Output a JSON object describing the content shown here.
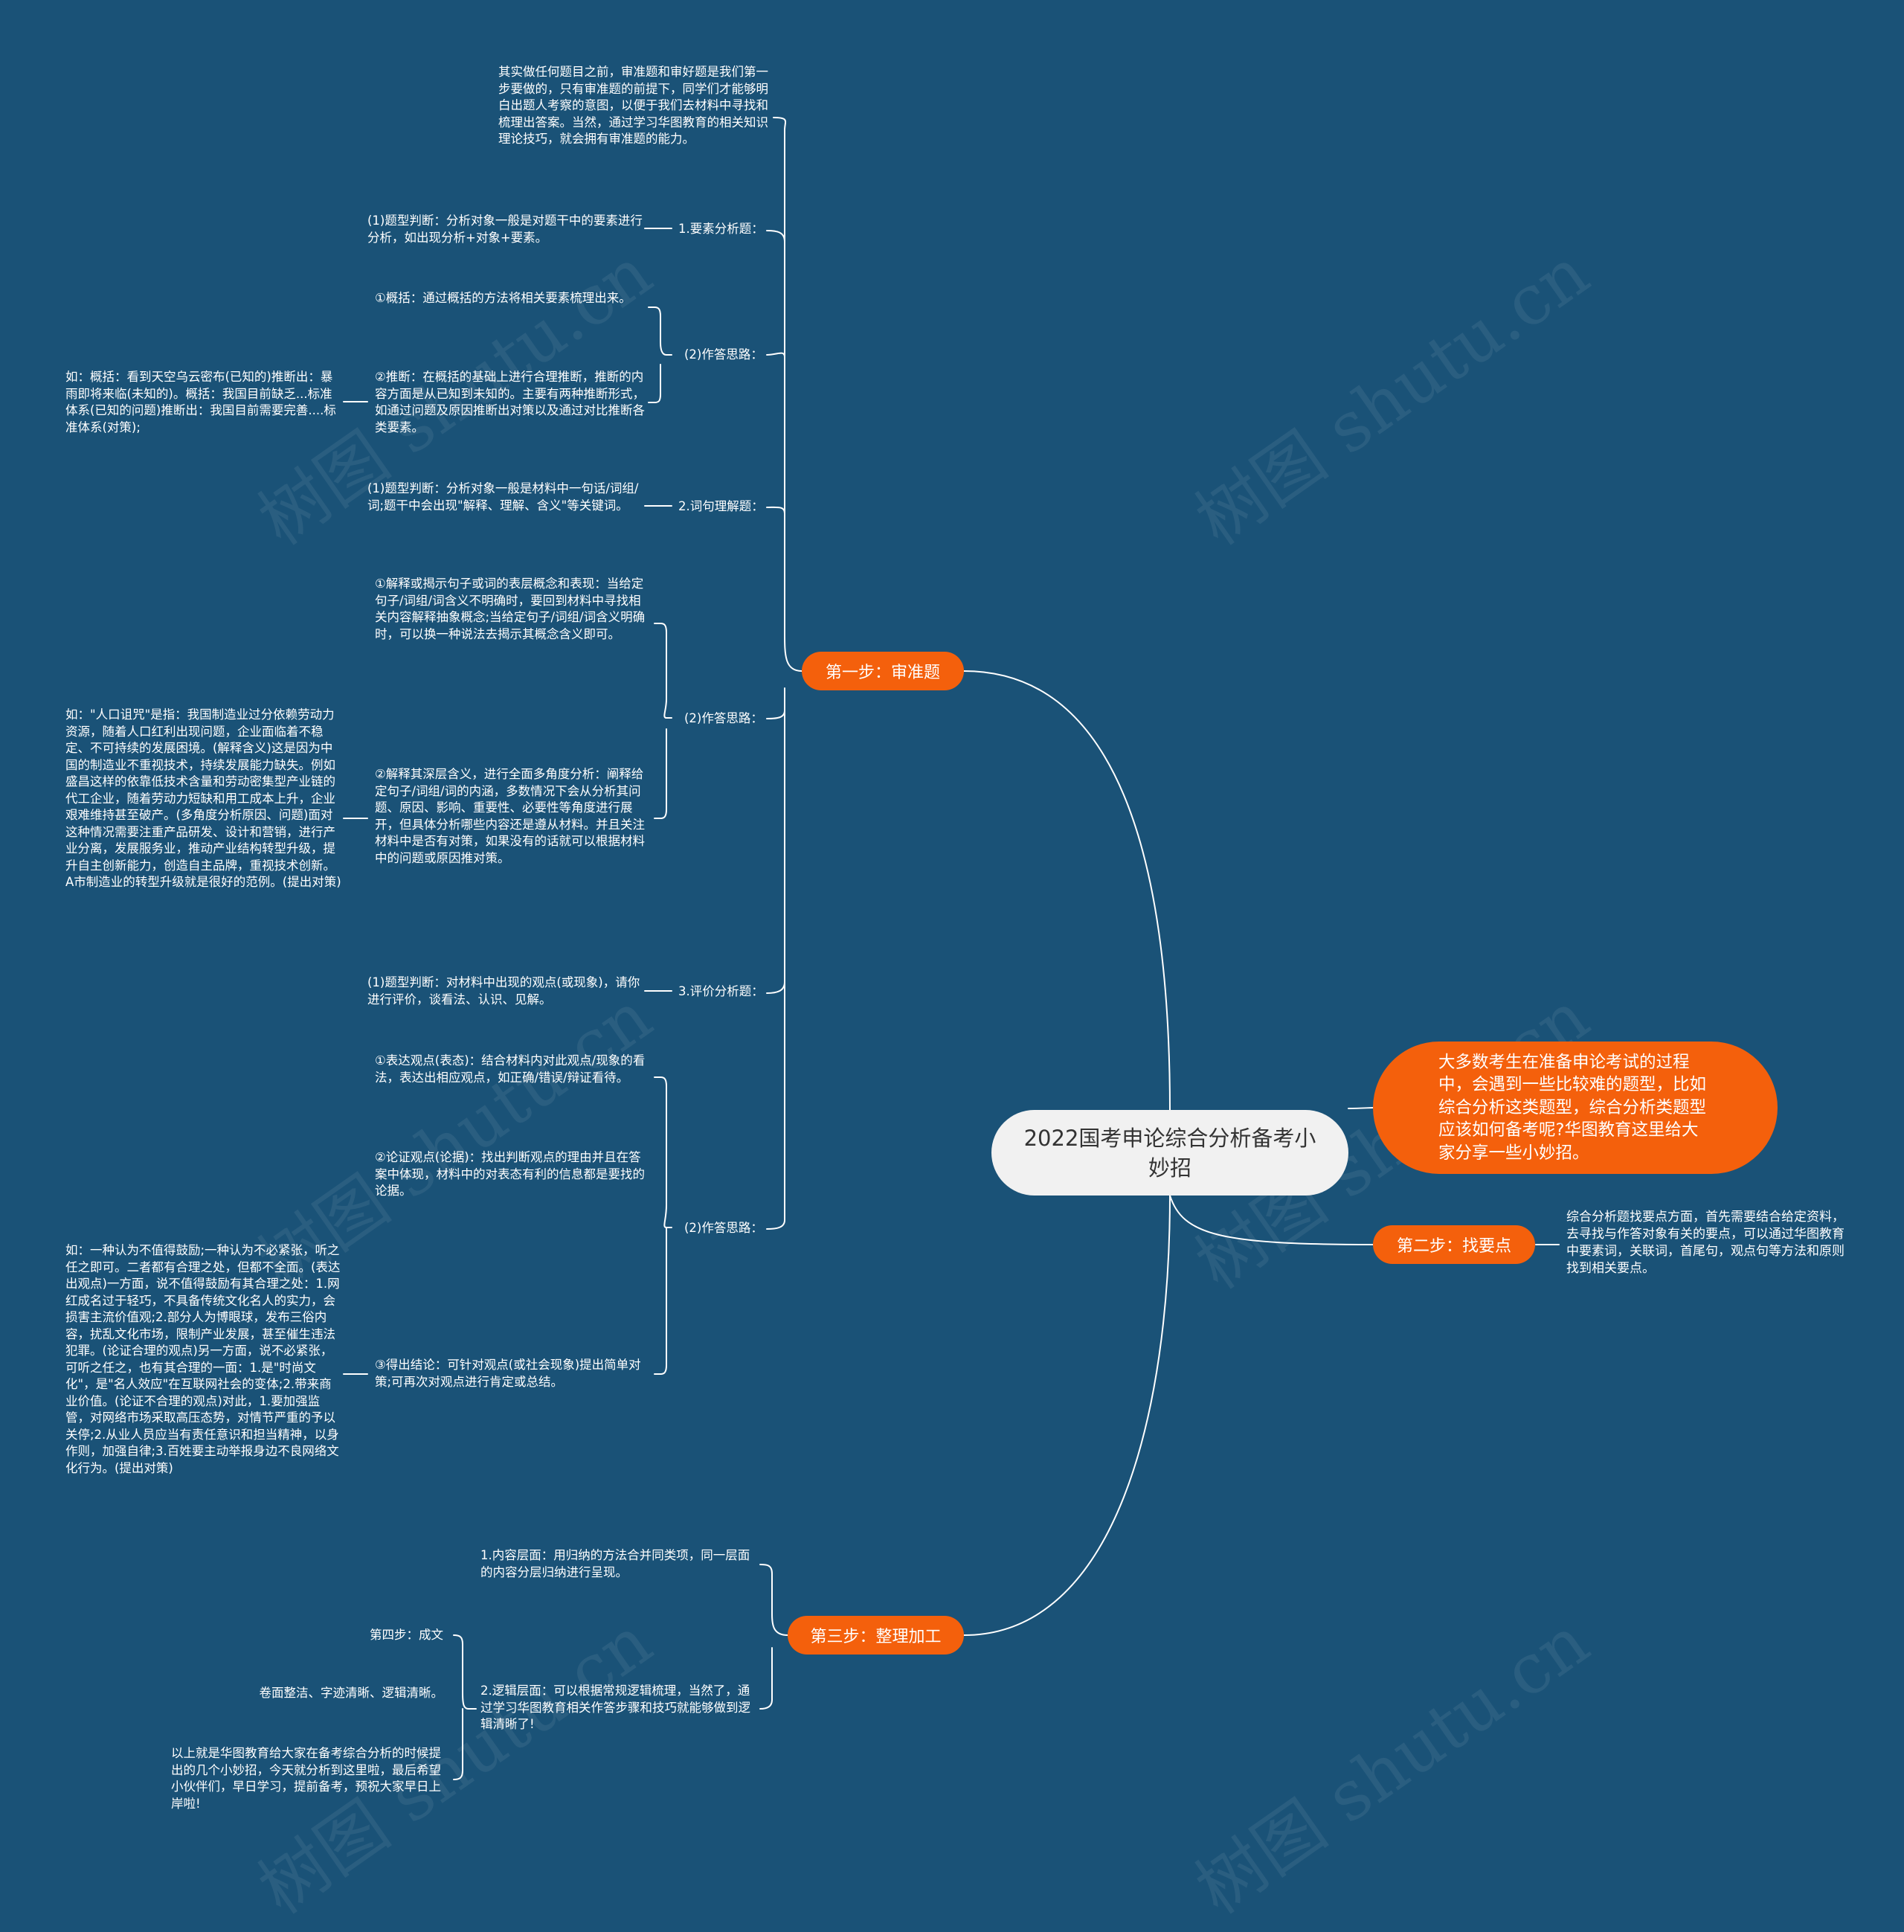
{
  "watermark": "树图 shutu.cn",
  "root": {
    "title": "2022国考申论综合分析备考小妙招"
  },
  "intro": {
    "text": "大多数考生在准备申论考试的过程中，会遇到一些比较难的题型，比如综合分析这类题型，综合分析类题型应该如何备考呢?华图教育这里给大家分享一些小妙招。"
  },
  "step1": {
    "label": "第一步：审准题",
    "desc": "其实做任何题目之前，审准题和审好题是我们第一步要做的，只有审准题的前提下，同学们才能够明白出题人考察的意图，以便于我们去材料中寻找和梳理出答案。当然，通过学习华图教育的相关知识理论技巧，就会拥有审准题的能力。",
    "q1": {
      "label": "1.要素分析题：",
      "judge": "(1)题型判断：分析对象一般是对题干中的要素进行分析，如出现分析+对象+要素。",
      "approach_label": "(2)作答思路：",
      "a1": "①概括：通过概括的方法将相关要素梳理出来。",
      "a2": "②推断：在概括的基础上进行合理推断，推断的内容方面是从已知到未知的。主要有两种推断形式，如通过问题及原因推断出对策以及通过对比推断各类要素。",
      "a2_example": "如：概括：看到天空乌云密布(已知的)推断出：暴雨即将来临(未知的)。概括：我国目前缺乏...标准体系(已知的问题)推断出：我国目前需要完善....标准体系(对策);"
    },
    "q2": {
      "label": "2.词句理解题：",
      "judge": "(1)题型判断：分析对象一般是材料中一句话/词组/词;题干中会出现\"解释、理解、含义\"等关键词。",
      "approach_label": "(2)作答思路：",
      "a1": "①解释或揭示句子或词的表层概念和表现：当给定句子/词组/词含义不明确时，要回到材料中寻找相关内容解释抽象概念;当给定句子/词组/词含义明确时，可以换一种说法去揭示其概念含义即可。",
      "a2": "②解释其深层含义，进行全面多角度分析：阐释给定句子/词组/词的内涵，多数情况下会从分析其问题、原因、影响、重要性、必要性等角度进行展开，但具体分析哪些内容还是遵从材料。并且关注材料中是否有对策，如果没有的话就可以根据材料中的问题或原因推对策。",
      "a2_example": "如：\"人口诅咒\"是指：我国制造业过分依赖劳动力资源，随着人口红利出现问题，企业面临着不稳定、不可持续的发展困境。(解释含义)这是因为中国的制造业不重视技术，持续发展能力缺失。例如盛昌这样的依靠低技术含量和劳动密集型产业链的代工企业，随着劳动力短缺和用工成本上升，企业艰难维持甚至破产。(多角度分析原因、问题)面对这种情况需要注重产品研发、设计和营销，进行产业分离，发展服务业，推动产业结构转型升级，提升自主创新能力，创造自主品牌，重视技术创新。A市制造业的转型升级就是很好的范例。(提出对策)"
    },
    "q3": {
      "label": "3.评价分析题：",
      "judge": "(1)题型判断：对材料中出现的观点(或现象)，请你进行评价，谈看法、认识、见解。",
      "approach_label": "(2)作答思路：",
      "a1": "①表达观点(表态)：结合材料内对此观点/现象的看法，表达出相应观点，如正确/错误/辩证看待。",
      "a2": "②论证观点(论据)：找出判断观点的理由并且在答案中体现，材料中的对表态有利的信息都是要找的论据。",
      "a3": "③得出结论：可针对观点(或社会现象)提出简单对策;可再次对观点进行肯定或总结。",
      "a3_example": "如：一种认为不值得鼓励;一种认为不必紧张，听之任之即可。二者都有合理之处，但都不全面。(表达出观点)一方面，说不值得鼓励有其合理之处：1.网红成名过于轻巧，不具备传统文化名人的实力，会损害主流价值观;2.部分人为博眼球，发布三俗内容，扰乱文化市场，限制产业发展，甚至催生违法犯罪。(论证合理的观点)另一方面，说不必紧张，可听之任之，也有其合理的一面：1.是\"时尚文化\"，是\"名人效应\"在互联网社会的变体;2.带来商业价值。(论证不合理的观点)对此，1.要加强监管，对网络市场采取高压态势，对情节严重的予以关停;2.从业人员应当有责任意识和担当精神，以身作则，加强自律;3.百姓要主动举报身边不良网络文化行为。(提出对策)"
    }
  },
  "step2": {
    "label": "第二步：找要点",
    "desc": "综合分析题找要点方面，首先需要结合给定资料，去寻找与作答对象有关的要点，可以通过华图教育中要素词，关联词，首尾句，观点句等方法和原则找到相关要点。"
  },
  "step3": {
    "label": "第三步：整理加工",
    "c1": "1.内容层面：用归纳的方法合并同类项，同一层面的内容分层归纳进行呈现。",
    "c2": "2.逻辑层面：可以根据常规逻辑梳理，当然了，通过学习华图教育相关作答步骤和技巧就能够做到逻辑清晰了!",
    "c2_children": {
      "step4": "第四步：成文",
      "neat": "卷面整洁、字迹清晰、逻辑清晰。",
      "closing": "以上就是华图教育给大家在备考综合分析的时候提出的几个小妙招，今天就分析到这里啦，最后希望小伙伴们，早日学习，提前备考，预祝大家早日上岸啦!"
    }
  },
  "colors": {
    "background": "#1a5277",
    "accent": "#f4600c",
    "root": "#f1f1f1",
    "line": "#ffffff"
  }
}
